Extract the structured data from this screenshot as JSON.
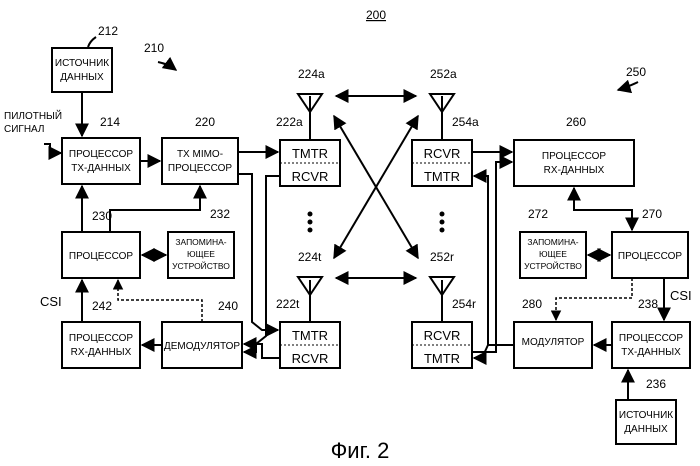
{
  "figure": {
    "number": "200",
    "caption": "Фиг. 2",
    "system_left_ref": "210",
    "system_right_ref": "250"
  },
  "left": {
    "data_source": {
      "ref": "212",
      "line1": "ИСТОЧНИК",
      "line2": "ДАННЫХ"
    },
    "pilot_label": {
      "line1": "ПИЛОТНЫЙ",
      "line2": "СИГНАЛ"
    },
    "tx_data_processor": {
      "ref": "214",
      "line1": "ПРОЦЕССОР",
      "line2": "ТХ-ДАННЫХ"
    },
    "tx_mimo_processor": {
      "ref": "220",
      "line1": "TX MIMO-",
      "line2": "ПРОЦЕССОР"
    },
    "processor": {
      "ref": "230",
      "label": "ПРОЦЕССОР"
    },
    "memory": {
      "ref": "232",
      "line1": "ЗАПОМИНА-",
      "line2": "ЮЩЕЕ",
      "line3": "УСТРОЙСТВО"
    },
    "rx_data_processor": {
      "ref": "242",
      "line1": "ПРОЦЕССОР",
      "line2": "RX-ДАННЫХ"
    },
    "demodulator": {
      "ref": "240",
      "label": "ДЕМОДУЛЯТОР"
    },
    "csi_label": "CSI",
    "transceiver_a": {
      "ref": "222a",
      "top": "TMTR",
      "bottom": "RCVR"
    },
    "transceiver_t": {
      "ref": "222t",
      "top": "TMTR",
      "bottom": "RCVR"
    },
    "antenna_a": "224a",
    "antenna_t": "224t"
  },
  "right": {
    "rx_data_processor": {
      "ref": "260",
      "line1": "ПРОЦЕССОР",
      "line2": "RX-ДАННЫХ"
    },
    "processor": {
      "ref": "270",
      "label": "ПРОЦЕССОР"
    },
    "memory": {
      "ref": "272",
      "line1": "ЗАПОМИНА-",
      "line2": "ЮЩЕЕ",
      "line3": "УСТРОЙСТВО"
    },
    "modulator": {
      "ref": "280",
      "label": "МОДУЛЯТОР"
    },
    "tx_data_processor": {
      "ref": "238",
      "line1": "ПРОЦЕССОР",
      "line2": "ТХ-ДАННЫХ"
    },
    "data_source": {
      "ref": "236",
      "line1": "ИСТОЧНИК",
      "line2": "ДАННЫХ"
    },
    "csi_label": "CSI",
    "transceiver_a": {
      "ref": "254a",
      "top": "RCVR",
      "bottom": "TMTR"
    },
    "transceiver_r": {
      "ref": "254r",
      "top": "RCVR",
      "bottom": "TMTR"
    },
    "antenna_a": "252a",
    "antenna_r": "252r"
  }
}
